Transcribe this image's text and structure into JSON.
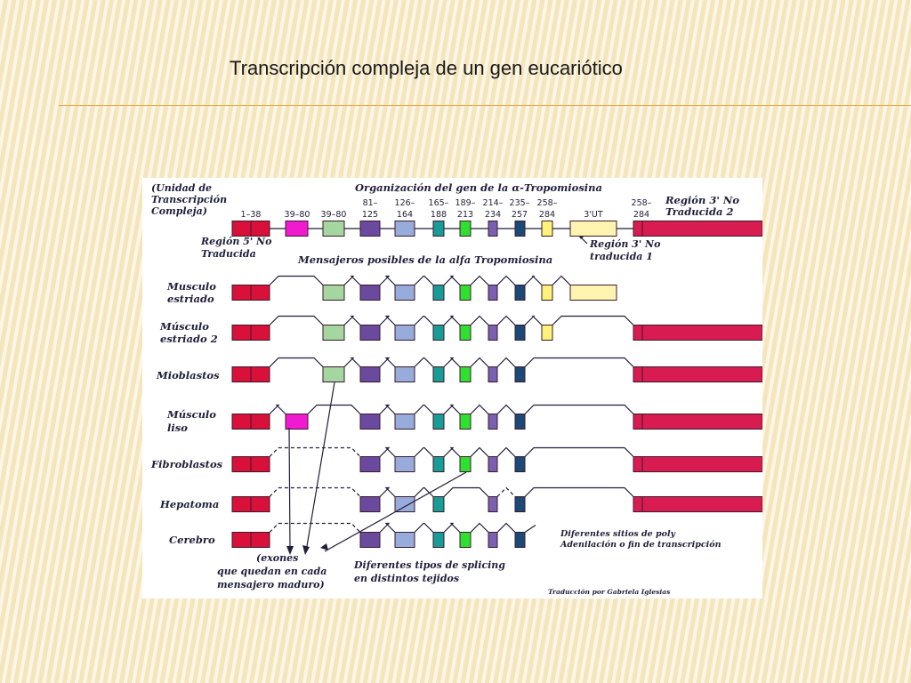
{
  "slide": {
    "title": "Transcripción compleja de un gen eucariótico"
  },
  "figure": {
    "unit_label": [
      "(Unidad de",
      "Transcripción",
      "Compleja)"
    ],
    "gene_title": "Organización del gen de la α-Tropomiosina",
    "region3_2": [
      "Región 3' No",
      "Traducida 2"
    ],
    "region5": [
      "Región 5' No",
      "Traducida"
    ],
    "region3_1": [
      "Región 3' No",
      "traducida 1"
    ],
    "messages_title": "Mensajeros posibles de la alfa Tropomiosina",
    "exon_numbers": [
      {
        "l1": "1–38",
        "l2": ""
      },
      {
        "l1": "39–80",
        "l2": ""
      },
      {
        "l1": "39–80",
        "l2": ""
      },
      {
        "l1": "81–",
        "l2": "125"
      },
      {
        "l1": "126–",
        "l2": "164"
      },
      {
        "l1": "165–",
        "l2": "188"
      },
      {
        "l1": "189–",
        "l2": "213"
      },
      {
        "l1": "214–",
        "l2": "234"
      },
      {
        "l1": "235–",
        "l2": "257"
      },
      {
        "l1": "258–",
        "l2": "284"
      },
      {
        "l1": "3'UT",
        "l2": ""
      },
      {
        "l1": "258–",
        "l2": "284"
      }
    ],
    "tissues": [
      [
        "Musculo",
        "estriado"
      ],
      [
        "Músculo",
        "estriado 2"
      ],
      [
        "Mioblastos"
      ],
      [
        "Músculo",
        "liso"
      ],
      [
        "Fibroblastos"
      ],
      [
        "Hepatoma"
      ],
      [
        "Cerebro"
      ]
    ],
    "poly_note": [
      "Diferentes sitios de poly",
      "Adenilación o fin de transcripción"
    ],
    "exones_note": [
      "(exones",
      "que quedan en cada",
      "mensajero maduro)"
    ],
    "splicing_note": [
      "Diferentes tipos de splicing",
      "en distintos tejidos"
    ],
    "credit": "Traducción por Gabriela Iglesias",
    "colors": {
      "red": "#d8103a",
      "magenta": "#f21ad0",
      "light_green": "#a6d6a0",
      "purple": "#6a4a9e",
      "light_blue": "#98acdc",
      "teal": "#189c96",
      "green": "#30e030",
      "violet": "#7a60b0",
      "navy": "#1a4a78",
      "yellow": "#fff27a",
      "pale_yellow": "#fff4b0",
      "crimson": "#d81c52"
    }
  }
}
